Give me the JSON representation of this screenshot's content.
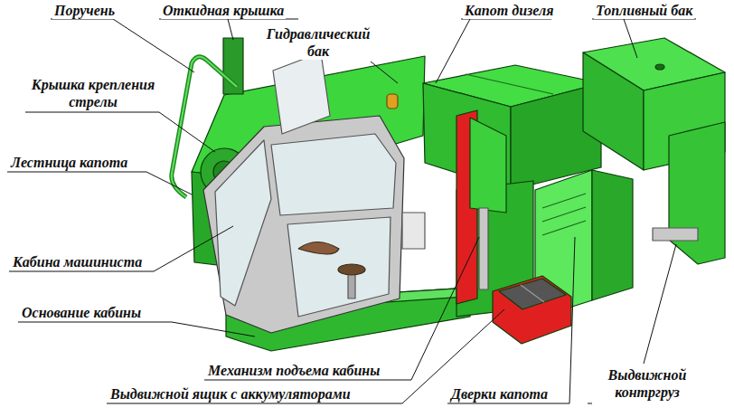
{
  "diagram": {
    "labels": [
      "Поручень",
      "Откидная крышка",
      "Гидравлический бак",
      "Капот дизеля",
      "Топливный бак",
      "Крышка крепления стрелы",
      "Лестница капота",
      "Кабина машиниста",
      "Основание кабины",
      "Механизм подъема кабины",
      "Выдвижной ящик с аккумуляторами",
      "Дверки капота",
      "Выдвижной контргруз"
    ]
  }
}
